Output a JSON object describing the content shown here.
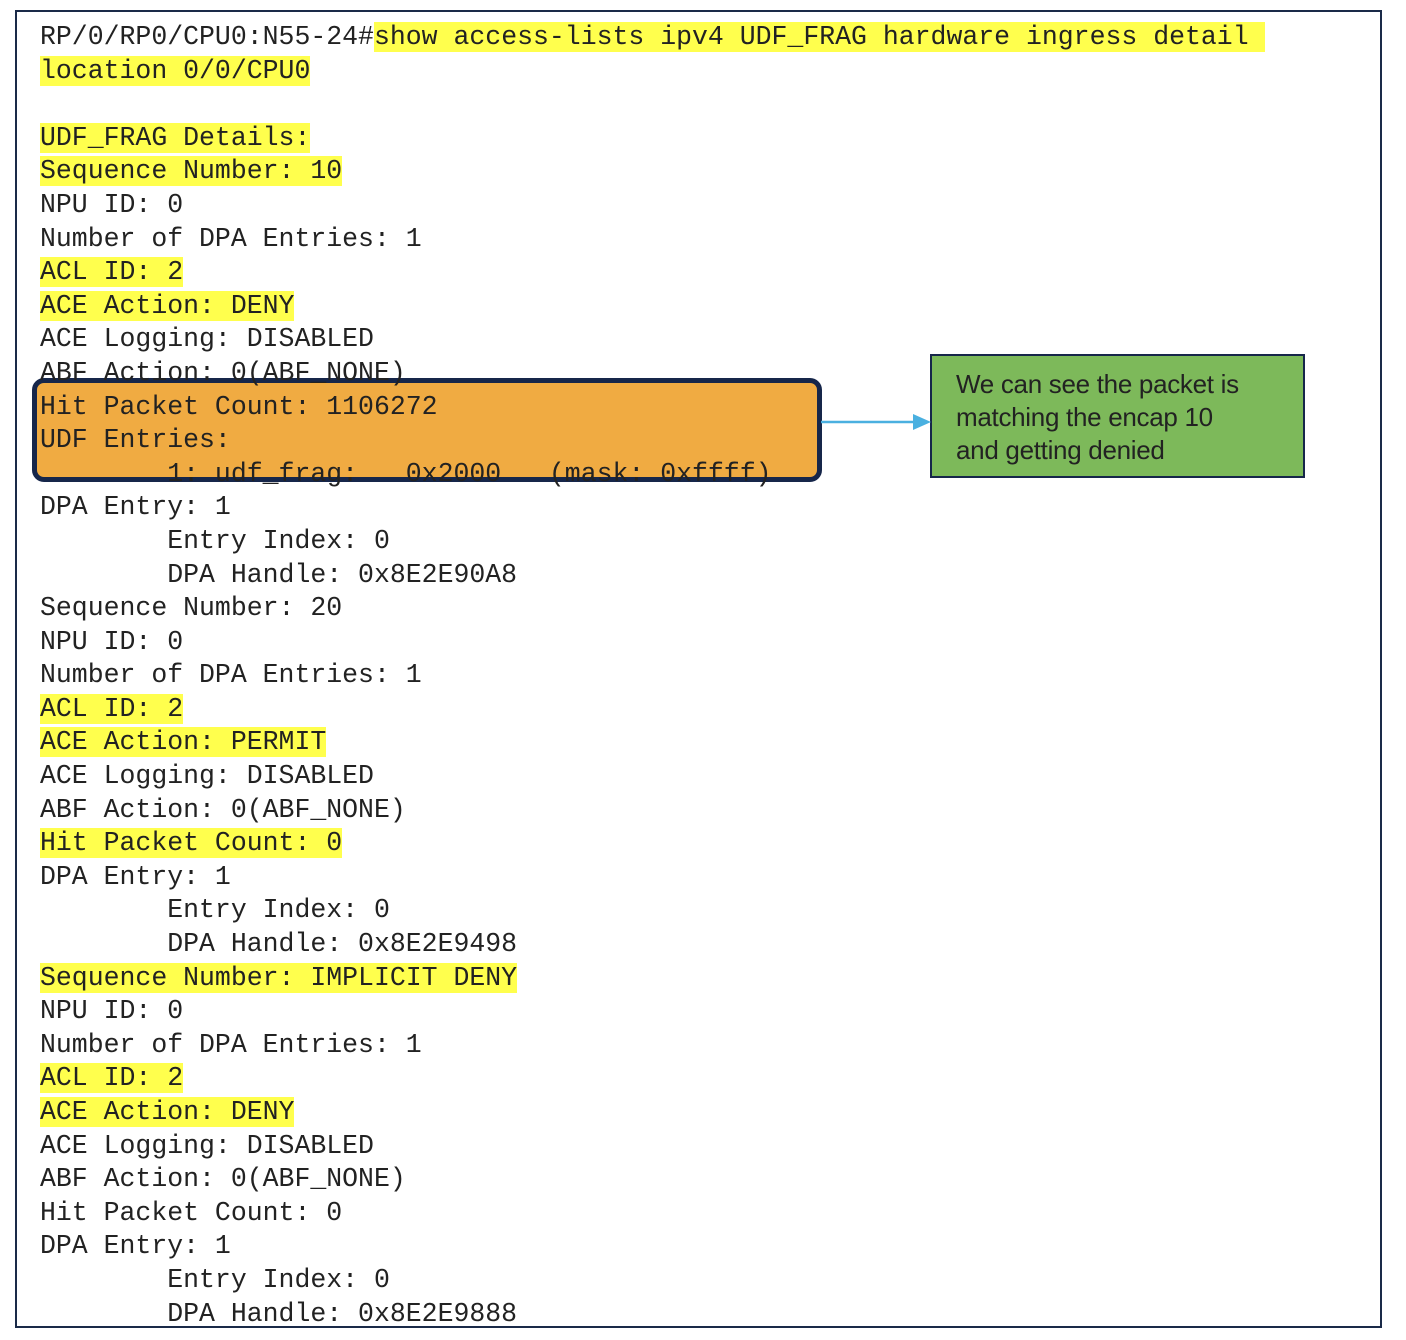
{
  "terminal": {
    "lines": [
      {
        "parts": [
          {
            "t": "RP/0/RP0/CPU0:N55-24#",
            "h": false
          },
          {
            "t": "show access-lists ipv4 UDF_FRAG hardware ingress detail ",
            "h": true
          }
        ]
      },
      {
        "parts": [
          {
            "t": "location 0/0/CPU0",
            "h": true
          }
        ]
      },
      {
        "parts": [
          {
            "t": "",
            "h": false
          }
        ]
      },
      {
        "parts": [
          {
            "t": "UDF_FRAG Details:",
            "h": true
          }
        ]
      },
      {
        "parts": [
          {
            "t": "Sequence Number: 10",
            "h": true
          }
        ]
      },
      {
        "parts": [
          {
            "t": "NPU ID: 0",
            "h": false
          }
        ]
      },
      {
        "parts": [
          {
            "t": "Number of DPA Entries: 1",
            "h": false
          }
        ]
      },
      {
        "parts": [
          {
            "t": "ACL ID: 2",
            "h": true
          }
        ]
      },
      {
        "parts": [
          {
            "t": "ACE Action: DENY",
            "h": true
          }
        ]
      },
      {
        "parts": [
          {
            "t": "ACE Logging: DISABLED",
            "h": false
          }
        ]
      },
      {
        "parts": [
          {
            "t": "ABF Action: 0(ABF_NONE)",
            "h": false
          }
        ]
      },
      {
        "parts": [
          {
            "t": "Hit Packet Count: 1106272",
            "h": false
          }
        ]
      },
      {
        "parts": [
          {
            "t": "UDF Entries:",
            "h": false
          }
        ]
      },
      {
        "parts": [
          {
            "t": "        1: udf_frag:   0x2000   (mask: 0xffff)",
            "h": false
          }
        ]
      },
      {
        "parts": [
          {
            "t": "DPA Entry: 1",
            "h": false
          }
        ]
      },
      {
        "parts": [
          {
            "t": "        Entry Index: 0",
            "h": false
          }
        ]
      },
      {
        "parts": [
          {
            "t": "        DPA Handle: 0x8E2E90A8",
            "h": false
          }
        ]
      },
      {
        "parts": [
          {
            "t": "Sequence Number: 20",
            "h": false
          }
        ]
      },
      {
        "parts": [
          {
            "t": "NPU ID: 0",
            "h": false
          }
        ]
      },
      {
        "parts": [
          {
            "t": "Number of DPA Entries: 1",
            "h": false
          }
        ]
      },
      {
        "parts": [
          {
            "t": "ACL ID: 2",
            "h": true
          }
        ]
      },
      {
        "parts": [
          {
            "t": "ACE Action: PERMIT",
            "h": true
          }
        ]
      },
      {
        "parts": [
          {
            "t": "ACE Logging: DISABLED",
            "h": false
          }
        ]
      },
      {
        "parts": [
          {
            "t": "ABF Action: 0(ABF_NONE)",
            "h": false
          }
        ]
      },
      {
        "parts": [
          {
            "t": "Hit Packet Count: 0",
            "h": true
          }
        ]
      },
      {
        "parts": [
          {
            "t": "DPA Entry: 1",
            "h": false
          }
        ]
      },
      {
        "parts": [
          {
            "t": "        Entry Index: 0",
            "h": false
          }
        ]
      },
      {
        "parts": [
          {
            "t": "        DPA Handle: 0x8E2E9498",
            "h": false
          }
        ]
      },
      {
        "parts": [
          {
            "t": "Sequence Number: IMPLICIT DENY",
            "h": true
          }
        ]
      },
      {
        "parts": [
          {
            "t": "NPU ID: 0",
            "h": false
          }
        ]
      },
      {
        "parts": [
          {
            "t": "Number of DPA Entries: 1",
            "h": false
          }
        ]
      },
      {
        "parts": [
          {
            "t": "ACL ID: 2",
            "h": true
          }
        ]
      },
      {
        "parts": [
          {
            "t": "ACE Action: DENY",
            "h": true
          }
        ]
      },
      {
        "parts": [
          {
            "t": "ACE Logging: DISABLED",
            "h": false
          }
        ]
      },
      {
        "parts": [
          {
            "t": "ABF Action: 0(ABF_NONE)",
            "h": false
          }
        ]
      },
      {
        "parts": [
          {
            "t": "Hit Packet Count: 0",
            "h": false
          }
        ]
      },
      {
        "parts": [
          {
            "t": "DPA Entry: 1",
            "h": false
          }
        ]
      },
      {
        "parts": [
          {
            "t": "        Entry Index: 0",
            "h": false
          }
        ]
      },
      {
        "parts": [
          {
            "t": "        DPA Handle: 0x8E2E9888",
            "h": false
          }
        ]
      }
    ]
  },
  "annotation": {
    "lines": [
      "We can see the packet is",
      "matching the encap 10",
      "and getting denied"
    ]
  },
  "colors": {
    "highlight": "#ffff4d",
    "callout_fill": "#f0ab42",
    "note_fill": "#7db95a",
    "arrow": "#4ab0e0",
    "border": "#16264a"
  }
}
